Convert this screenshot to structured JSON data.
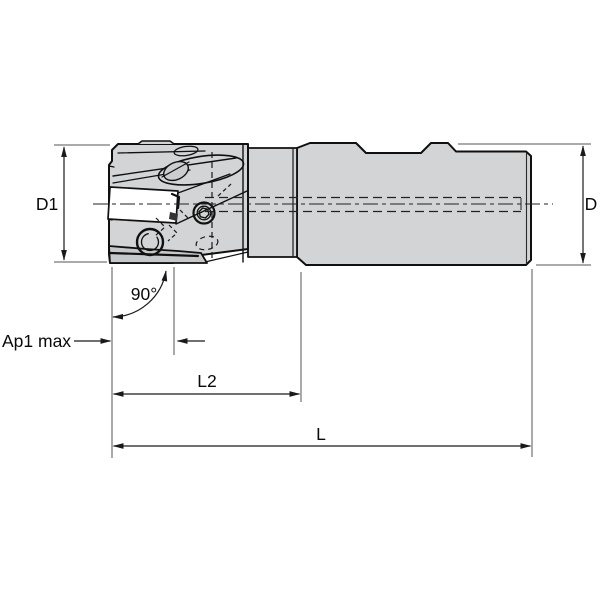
{
  "diagram": {
    "kind": "technical-drawing",
    "subject": "indexable-end-mill-side-view",
    "labels": {
      "d1": "D1",
      "d": "D",
      "angle": "90°",
      "ap1max": "Ap1 max",
      "l2": "L2",
      "l": "L"
    },
    "colors": {
      "background": "#ffffff",
      "body_fill": "#d3d4d5",
      "insert_fill": "#ffffff",
      "outline": "#101010",
      "dimension_line": "#2a2a2a",
      "extension_line": "#555555"
    }
  }
}
